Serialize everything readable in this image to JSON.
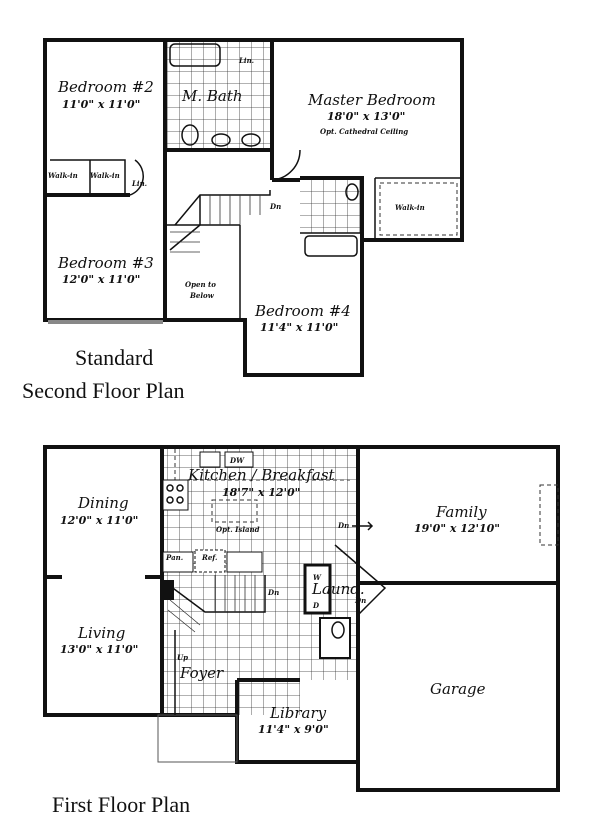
{
  "second_floor": {
    "caption_line1": "Standard",
    "caption_line2": "Second Floor Plan",
    "rooms": {
      "bedroom2": {
        "name": "Bedroom #2",
        "size": "11'0\" x 11'0\""
      },
      "mbath": {
        "name": "M. Bath"
      },
      "lin_bath": "Lin.",
      "master": {
        "name": "Master Bedroom",
        "size": "18'0\" x 13'0\"",
        "note": "Opt. Cathedral Ceiling"
      },
      "walkin1": "Walk-in",
      "walkin2": "Walk-in",
      "lin_hall": "Lin.",
      "dn": "Dn",
      "walkin_master": "Walk-in",
      "bedroom3": {
        "name": "Bedroom #3",
        "size": "12'0\" x 11'0\""
      },
      "open_below": {
        "line1": "Open to",
        "line2": "Below"
      },
      "bedroom4": {
        "name": "Bedroom #4",
        "size": "11'4\" x 11'0\""
      }
    }
  },
  "first_floor": {
    "caption": "First Floor Plan",
    "rooms": {
      "dining": {
        "name": "Dining",
        "size": "12'0\" x 11'0\""
      },
      "kitchen": {
        "name": "Kitchen / Breakfast",
        "size": "18'7\" x 12'0\"",
        "island": "Opt. Island",
        "dw": "DW",
        "pan": "Pan.",
        "ref": "Ref.",
        "dn": "Dn"
      },
      "family": {
        "name": "Family",
        "size": "19'0\" x 12'10\""
      },
      "laundry": {
        "name": "Laund.",
        "w": "W",
        "d": "D",
        "dn": "Dn"
      },
      "stairs_dn": "Dn",
      "living": {
        "name": "Living",
        "size": "13'0\" x 11'0\""
      },
      "up": "Up",
      "foyer": {
        "name": "Foyer"
      },
      "library": {
        "name": "Library",
        "size": "11'4\" x 9'0\""
      },
      "garage": {
        "name": "Garage"
      }
    }
  }
}
